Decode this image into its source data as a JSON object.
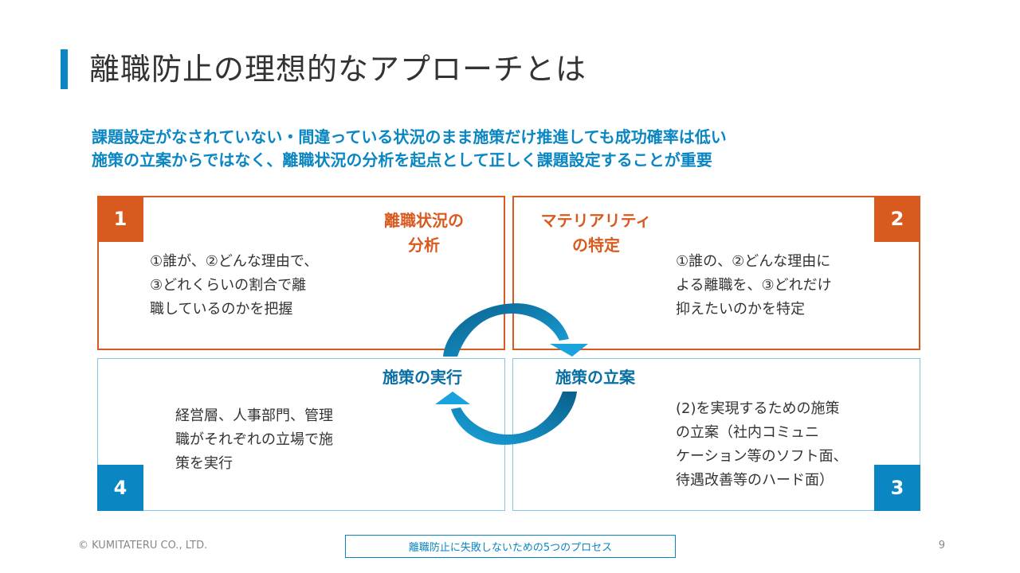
{
  "slide": {
    "title": "離職防止の理想的なアプローチとは",
    "lead_lines": [
      "課題設定がなされていない・間違っている状況のまま施策だけ推進しても成功確率は低い",
      "施策の立案からではなく、離職状況の分析を起点として正しく課題設定することが重要"
    ]
  },
  "quadrants": [
    {
      "number": "1",
      "title_lines": [
        "離職状況の",
        "分析"
      ],
      "description_lines": [
        "①誰が、②どんな理由で、",
        "③どれくらいの割合で離",
        "職しているのかを把握"
      ]
    },
    {
      "number": "2",
      "title_lines": [
        "マテリアリティ",
        "の特定"
      ],
      "description_lines": [
        "①誰の、②どんな理由に",
        "よる離職を、③どれだけ",
        "抑えたいのかを特定"
      ]
    },
    {
      "number": "3",
      "title_lines": [
        "施策の立案"
      ],
      "description_lines": [
        "(2)を実現するための施策",
        "の立案（社内コミュニ",
        "ケーション等のソフト面、",
        "待遇改善等のハード面）"
      ]
    },
    {
      "number": "4",
      "title_lines": [
        "施策の実行"
      ],
      "description_lines": [
        "経営層、人事部門、管理",
        "職がそれぞれの立場で施",
        "策を実行"
      ]
    }
  ],
  "colors": {
    "accent_blue": "#0a86c2",
    "accent_orange": "#d95a1f"
  },
  "icons": {
    "cycle": "circular-arrows-icon"
  },
  "footer": {
    "copyright": "© KUMITATERU CO., LTD.",
    "caption": "離職防止に失敗しないための5つのプロセス",
    "page_number": "9"
  }
}
